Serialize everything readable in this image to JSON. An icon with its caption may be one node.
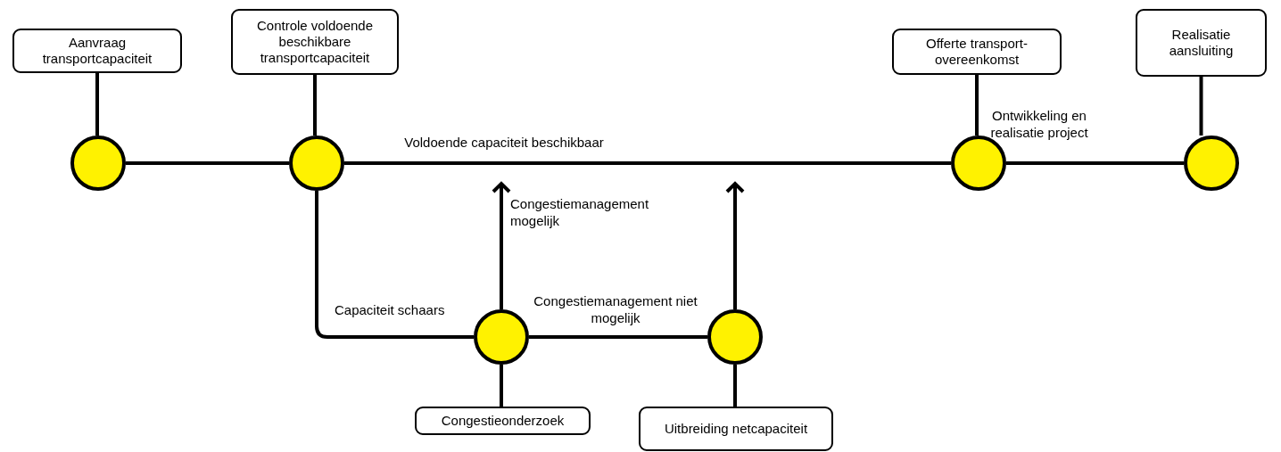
{
  "diagram": {
    "nodes": [
      {
        "text": [
          "Aanvraag transportcapaciteit"
        ]
      },
      {
        "text": [],
        "shape": "circle"
      },
      {
        "text": [
          "Controle voldoende beschikbare transportcapaciteit"
        ]
      },
      {
        "text": [],
        "shape": "circle"
      },
      {
        "text": [
          "Offerte transport-overeenkomst"
        ]
      },
      {
        "text": [],
        "shape": "circle"
      },
      {
        "text": [
          "Realisatie aansluiting"
        ]
      },
      {
        "text": [],
        "shape": "circle"
      },
      {
        "text": [],
        "shape": "circle"
      },
      {
        "text": [
          "Congestieonderzoek"
        ]
      },
      {
        "text": [],
        "shape": "circle"
      },
      {
        "text": [
          "Uitbreiding netcapaciteit"
        ]
      }
    ],
    "edges": [
      {
        "from": 0,
        "to": 1,
        "arrow": "none"
      },
      {
        "from": 1,
        "to": 3,
        "arrow": "none"
      },
      {
        "from": 2,
        "to": 3,
        "arrow": "none"
      },
      {
        "from": 3,
        "to": 5,
        "arrow": "none",
        "label": "Voldoende capaciteit beschikbaar"
      },
      {
        "from": 4,
        "to": 5,
        "arrow": "none"
      },
      {
        "from": 5,
        "to": 7,
        "arrow": "none",
        "label": "Ontwikkeling en realisatie project"
      },
      {
        "from": 6,
        "to": 7,
        "arrow": "none"
      },
      {
        "from": 3,
        "to": 8,
        "arrow": "none",
        "label": "Capaciteit schaars"
      },
      {
        "from": 8,
        "to": 9,
        "arrow": "none"
      },
      {
        "from": 8,
        "to": 10,
        "arrow": "none",
        "label": "Congestiemanagement niet mogelijk"
      },
      {
        "from": 10,
        "to": 11,
        "arrow": "none"
      },
      {
        "from": 8,
        "to": null,
        "arrow": "to",
        "label": "Congestiemanagement mogelijk"
      },
      {
        "from": 10,
        "to": null,
        "arrow": "to"
      }
    ]
  }
}
